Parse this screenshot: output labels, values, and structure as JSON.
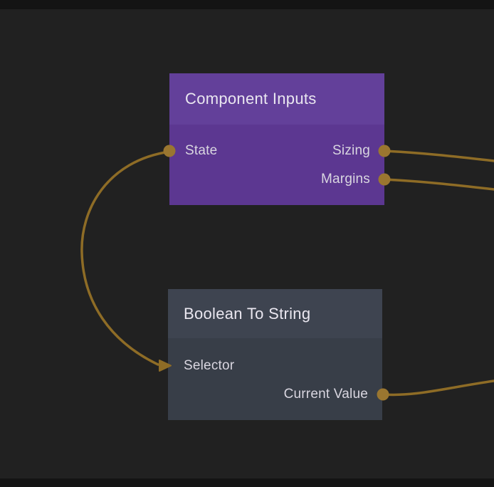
{
  "theme": {
    "canvas_bg": "#212121",
    "edge_strip": "#141414",
    "wire_color": "#8e6c26",
    "port_color": "#9a7630",
    "purple_header": "#63409a",
    "purple_body": "#5c3791",
    "slate_header": "#3e4450",
    "slate_body": "#383e48",
    "title_color": "#eae7f0",
    "label_color": "#d9d6e0"
  },
  "nodes": [
    {
      "title": "Component Inputs",
      "ports": [
        {
          "label": "State",
          "side": "left"
        },
        {
          "label": "Sizing",
          "side": "right"
        },
        {
          "label": "Margins",
          "side": "right"
        }
      ]
    },
    {
      "title": "Boolean To String",
      "ports": [
        {
          "label": "Selector",
          "side": "left"
        },
        {
          "label": "Current Value",
          "side": "right"
        }
      ]
    }
  ],
  "connections": [
    {
      "from": "Component Inputs.State",
      "to": "Boolean To String.Selector"
    },
    {
      "from": "Component Inputs.Sizing",
      "to": "offscreen-right"
    },
    {
      "from": "Component Inputs.Margins",
      "to": "offscreen-right"
    },
    {
      "from": "Boolean To String.Current Value",
      "to": "offscreen-right"
    }
  ]
}
